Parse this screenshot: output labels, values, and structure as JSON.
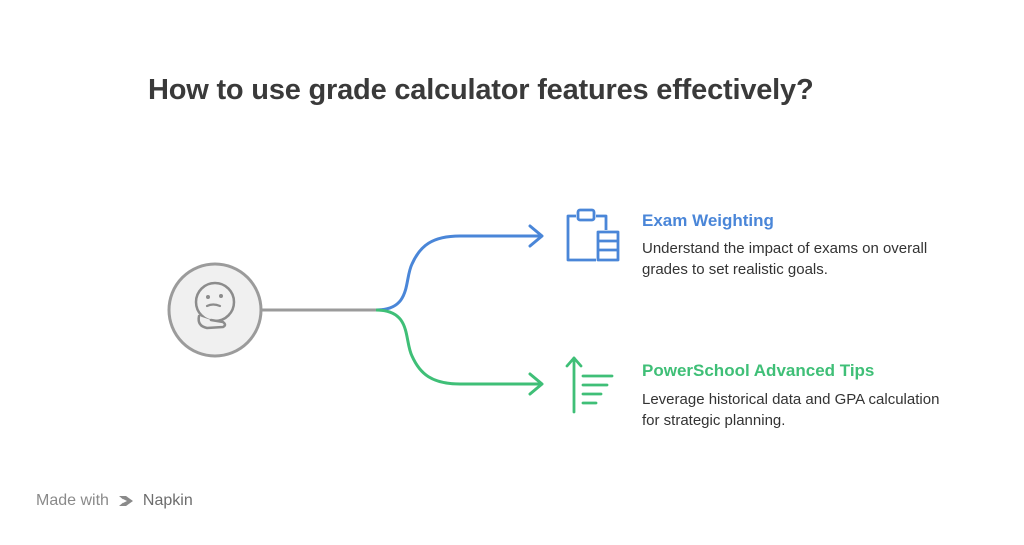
{
  "title": "How to use grade calculator features effectively?",
  "center_icon": "thinking-face-icon",
  "branches": [
    {
      "title": "Exam Weighting",
      "description": "Understand the impact of exams on overall grades to set realistic goals.",
      "icon": "clipboard-icon",
      "color": "#4a86d8"
    },
    {
      "title": "PowerSchool Advanced Tips",
      "description": "Leverage historical data and GPA calculation for strategic planning.",
      "icon": "sort-ascending-icon",
      "color": "#3fbf77"
    }
  ],
  "footer": {
    "made_with": "Made with",
    "brand": "Napkin",
    "brand_icon": "napkin-logo-icon"
  }
}
